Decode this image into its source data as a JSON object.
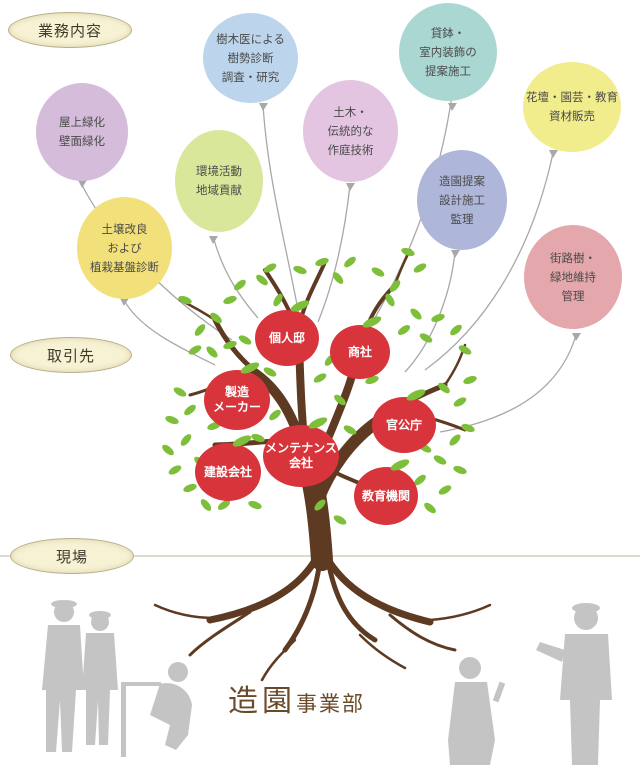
{
  "side_labels": {
    "services": "業務内容",
    "clients": "取引先",
    "site": "現場"
  },
  "balloons": [
    {
      "lines": [
        "屋上緑化",
        "壁面緑化"
      ],
      "color": "#d4bcda"
    },
    {
      "lines": [
        "樹木医による",
        "樹勢診断",
        "調査・研究"
      ],
      "color": "#bcd5ec"
    },
    {
      "lines": [
        "貸鉢・",
        "室内装飾の",
        "提案施工"
      ],
      "color": "#aad7d2"
    },
    {
      "lines": [
        "花壇・園芸・教育",
        "資材販売"
      ],
      "color": "#f1ec8c"
    },
    {
      "lines": [
        "環境活動",
        "地域貢献"
      ],
      "color": "#d8e79a"
    },
    {
      "lines": [
        "土木・",
        "伝統的な",
        "作庭技術"
      ],
      "color": "#e3c5e1"
    },
    {
      "lines": [
        "造園提案",
        "設計施工",
        "監理"
      ],
      "color": "#aeb7da"
    },
    {
      "lines": [
        "土壌改良",
        "および",
        "植栽基盤診断"
      ],
      "color": "#f2e07a"
    },
    {
      "lines": [
        "街路樹・",
        "緑地維持",
        "管理"
      ],
      "color": "#e4a7ac"
    }
  ],
  "apples": [
    {
      "lines": [
        "個人邸"
      ]
    },
    {
      "lines": [
        "商社"
      ]
    },
    {
      "lines": [
        "製造",
        "メーカー"
      ]
    },
    {
      "lines": [
        "官公庁"
      ]
    },
    {
      "lines": [
        "メンテナンス",
        "会社"
      ]
    },
    {
      "lines": [
        "建設会社"
      ]
    },
    {
      "lines": [
        "教育機関"
      ]
    }
  ],
  "title": {
    "main": "造園",
    "sub": "事業部"
  },
  "colors": {
    "apple": "#d7353b",
    "leaf": "#7dbf3a",
    "trunk": "#5e3a22",
    "silhouette": "#c4c4c4",
    "title": "#6b4a2a"
  }
}
